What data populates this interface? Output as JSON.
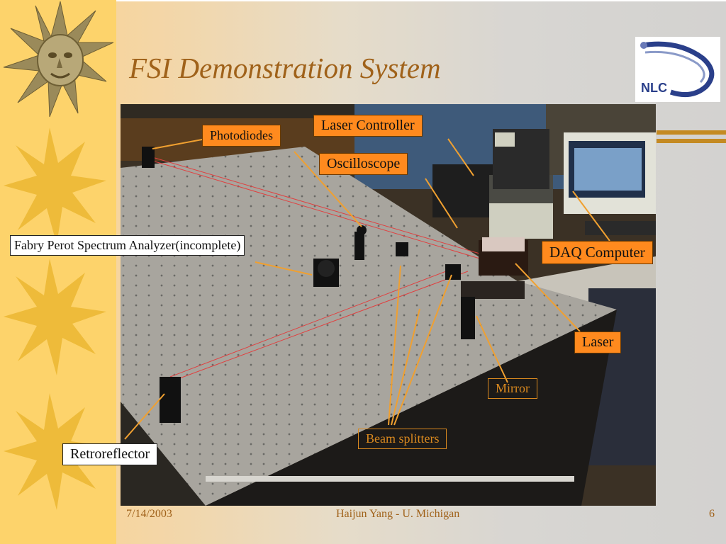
{
  "slide": {
    "title": "FSI Demonstration System",
    "logo_text": "NLC"
  },
  "callouts": {
    "photodiodes": "Photodiodes",
    "laser_controller": "Laser Controller",
    "oscilloscope": "Oscilloscope",
    "fabry_perot": "Fabry Perot Spectrum Analyzer(incomplete)",
    "daq_computer": "DAQ  Computer",
    "laser": "Laser",
    "mirror": "Mirror",
    "beam_splitters": "Beam splitters",
    "retroreflector": "Retroreflector"
  },
  "footer": {
    "date": "7/14/2003",
    "author": "Haijun Yang -  U.  Michigan",
    "page": "6"
  },
  "colors": {
    "accent": "#a0621a",
    "callout_orange": "#ff8a1e",
    "leader": "#f0a030",
    "side_band": "#fdd36b"
  }
}
